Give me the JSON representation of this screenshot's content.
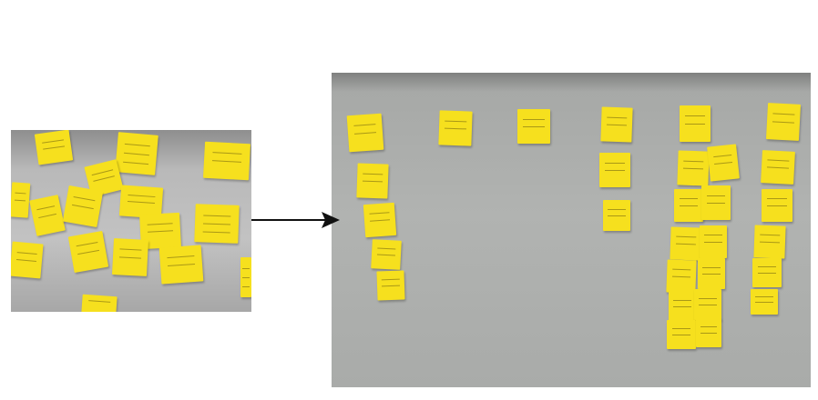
{
  "scene": {
    "left_panel": "scattered-sticky-notes",
    "right_panel": "sticky-notes-arranged-in-columns",
    "connector": "arrow-right",
    "note_color": "#f6e01e",
    "arrow_color": "#111111"
  }
}
